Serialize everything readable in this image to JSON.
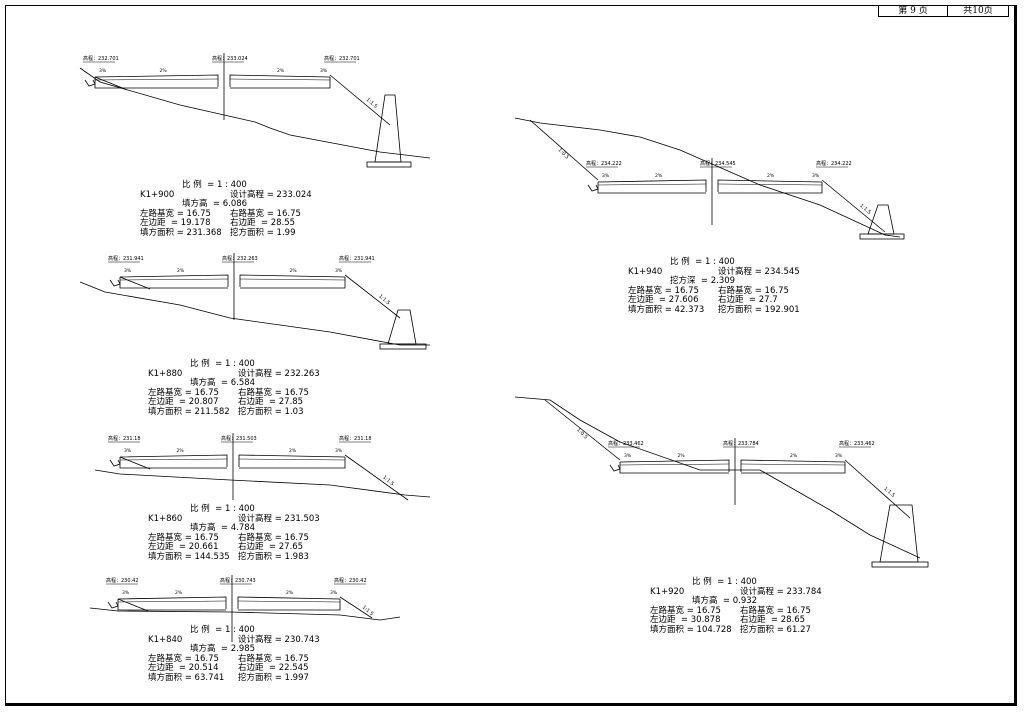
{
  "pager": {
    "page": "第 9 页",
    "total": "共10页"
  },
  "labels": {
    "scale": "比 例",
    "elev_prefix": "高程：",
    "design_elev": "设计高程",
    "left_width": "左路基宽",
    "right_width": "右路基宽",
    "left_dist": "左边距",
    "right_dist": "右边距",
    "fill_area": "填方面积",
    "cut_area": "挖方面积",
    "fill_height": "填方高",
    "cut_depth": "挖方深"
  },
  "sections": [
    {
      "station": "K1+900",
      "scale": "1 : 400",
      "design_elev": "233.024",
      "hlabel": "填方高",
      "hvalue": "6.086",
      "left_width": "16.75",
      "right_width": "16.75",
      "left_dist": "19.178",
      "right_dist": "28.55",
      "fill_area": "231.368",
      "cut_area": "1.99",
      "elev_left": "232.701",
      "elev_center": "233.024",
      "elev_right": "232.701",
      "slope_edge": "3%",
      "slope_mid": "2%",
      "slope_right": "1:1.5",
      "slope_left": ""
    },
    {
      "station": "K1+880",
      "scale": "1 : 400",
      "design_elev": "232.263",
      "hlabel": "填方高",
      "hvalue": "6.584",
      "left_width": "16.75",
      "right_width": "16.75",
      "left_dist": "20.807",
      "right_dist": "27.85",
      "fill_area": "211.582",
      "cut_area": "1.03",
      "elev_left": "231.941",
      "elev_center": "232.263",
      "elev_right": "231.941",
      "slope_edge": "3%",
      "slope_mid": "2%",
      "slope_right": "1:1.5",
      "slope_left": ""
    },
    {
      "station": "K1+860",
      "scale": "1 : 400",
      "design_elev": "231.503",
      "hlabel": "填方高",
      "hvalue": "4.784",
      "left_width": "16.75",
      "right_width": "16.75",
      "left_dist": "20.661",
      "right_dist": "27.65",
      "fill_area": "144.535",
      "cut_area": "1.983",
      "elev_left": "231.18",
      "elev_center": "231.503",
      "elev_right": "231.18",
      "slope_edge": "3%",
      "slope_mid": "2%",
      "slope_right": "1:1.5",
      "slope_left": ""
    },
    {
      "station": "K1+840",
      "scale": "1 : 400",
      "design_elev": "230.743",
      "hlabel": "填方高",
      "hvalue": "2.985",
      "left_width": "16.75",
      "right_width": "16.75",
      "left_dist": "20.514",
      "right_dist": "22.545",
      "fill_area": "63.741",
      "cut_area": "1.997",
      "elev_left": "230.42",
      "elev_center": "230.743",
      "elev_right": "230.42",
      "slope_edge": "3%",
      "slope_mid": "2%",
      "slope_right": "1:1.5",
      "slope_left": ""
    },
    {
      "station": "K1+940",
      "scale": "1 : 400",
      "design_elev": "234.545",
      "hlabel": "挖方深",
      "hvalue": "2.309",
      "left_width": "16.75",
      "right_width": "16.75",
      "left_dist": "27.606",
      "right_dist": "27.7",
      "fill_area": "42.373",
      "cut_area": "192.901",
      "elev_left": "234.222",
      "elev_center": "234.545",
      "elev_right": "234.222",
      "slope_edge": "3%",
      "slope_mid": "2%",
      "slope_right": "1:1.5",
      "slope_left": "1:0.5"
    },
    {
      "station": "K1+920",
      "scale": "1 : 400",
      "design_elev": "233.784",
      "hlabel": "填方高",
      "hvalue": "0.932",
      "left_width": "16.75",
      "right_width": "16.75",
      "left_dist": "30.878",
      "right_dist": "28.65",
      "fill_area": "104.728",
      "cut_area": "61.27",
      "elev_left": "233.462",
      "elev_center": "233.784",
      "elev_right": "233.462",
      "slope_edge": "3%",
      "slope_mid": "2%",
      "slope_right": "1:1.5",
      "slope_left": "1:0.5"
    }
  ]
}
